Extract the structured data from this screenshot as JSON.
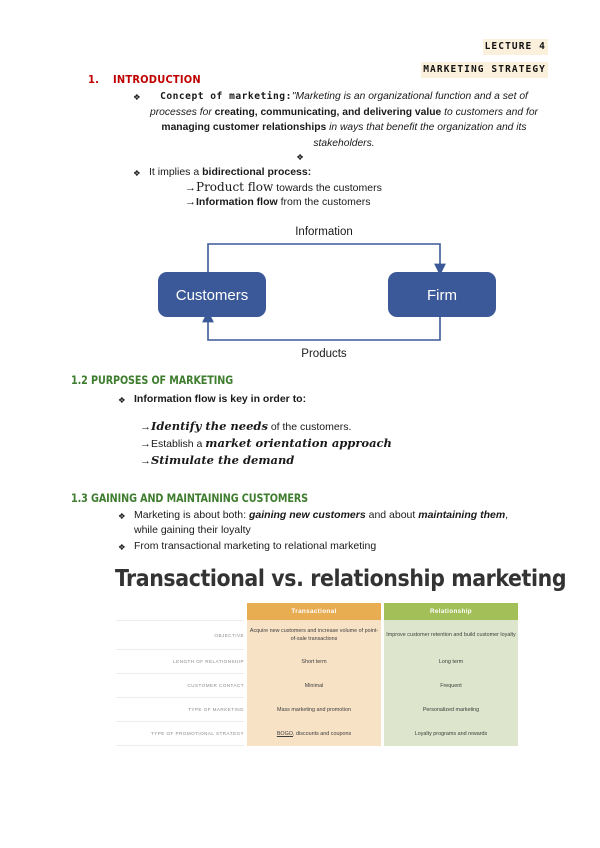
{
  "header": {
    "line1": "LECTURE  4",
    "line2": "MARKETING  STRATEGY"
  },
  "sections": {
    "intro": {
      "number": "1.",
      "title": "INTRODUCTION",
      "concept_label": "Concept of marketing:",
      "quote_open": "\"Marketing is an organizational function and a set of processes for ",
      "quote_bold1": "creating, communicating, and delivering value",
      "quote_mid": " to customers and for ",
      "quote_bold2": "managing customer relationships",
      "quote_end": " in ways that benefit the organization and its stakeholders.",
      "diamond": "❖",
      "implies_prefix": "It implies a ",
      "implies_bold": "bidirectional process:",
      "flow_items": [
        {
          "arrow": "→",
          "emphasis": "Product flow",
          "rest": " towards the customers"
        },
        {
          "arrow": "→",
          "emphasis": "Information flow",
          "rest": " from the customers"
        }
      ]
    },
    "purposes": {
      "heading": "1.2 PURPOSES OF MARKETING",
      "bullet": "Information flow is key in order to:",
      "items": [
        {
          "arrow": "→",
          "emphasis": "Identify the needs",
          "rest": " of the customers."
        },
        {
          "arrow": "→",
          "prefix": "Establish a ",
          "emphasis": "market orientation approach",
          "rest": ""
        },
        {
          "arrow": "→",
          "emphasis": "Stimulate the demand",
          "rest": ""
        }
      ]
    },
    "gaining": {
      "heading": "1.3 GAINING AND MAINTAINING CUSTOMERS",
      "bullet1_a": "Marketing is about both: ",
      "bullet1_b": "gaining new customers",
      "bullet1_c": " and about ",
      "bullet1_d": "maintaining them",
      "bullet1_e": ",",
      "bullet1_line2": "while gaining their loyalty",
      "bullet2": "From transactional marketing to relational marketing"
    }
  },
  "diagram": {
    "node_left": "Customers",
    "node_right": "Firm",
    "label_top": "Information",
    "label_bottom": "Products",
    "node_color": "#3B5998",
    "line_color": "#3B5998"
  },
  "infographic": {
    "title": "Transactional vs. relationship marketing",
    "col_headers": [
      "",
      "Transactional",
      "Relationship"
    ],
    "header_colors": {
      "transactional": "#E8AC51",
      "relationship": "#A2C057"
    },
    "cell_colors": {
      "transactional": "#F7E2C6",
      "relationship": "#DDE5CC"
    },
    "rows": [
      {
        "label": "OBJECTIVE",
        "transactional": "Acquire new customers and increase volume of point-of-sale transactions",
        "relationship": "Improve customer retention and build customer loyalty"
      },
      {
        "label": "LENGTH OF RELATIONSHIP",
        "transactional": "Short term",
        "relationship": "Long term"
      },
      {
        "label": "CUSTOMER CONTACT",
        "transactional": "Minimal",
        "relationship": "Frequent"
      },
      {
        "label": "TYPE OF MARKETING",
        "transactional": "Mass marketing and promotion",
        "relationship": "Personalized marketing"
      },
      {
        "label": "TYPE OF PROMOTIONAL STRATEGY",
        "transactional_underlined": "BOGO",
        "transactional_rest": ", discounts and coupons",
        "relationship": "Loyalty programs and rewards"
      }
    ]
  }
}
